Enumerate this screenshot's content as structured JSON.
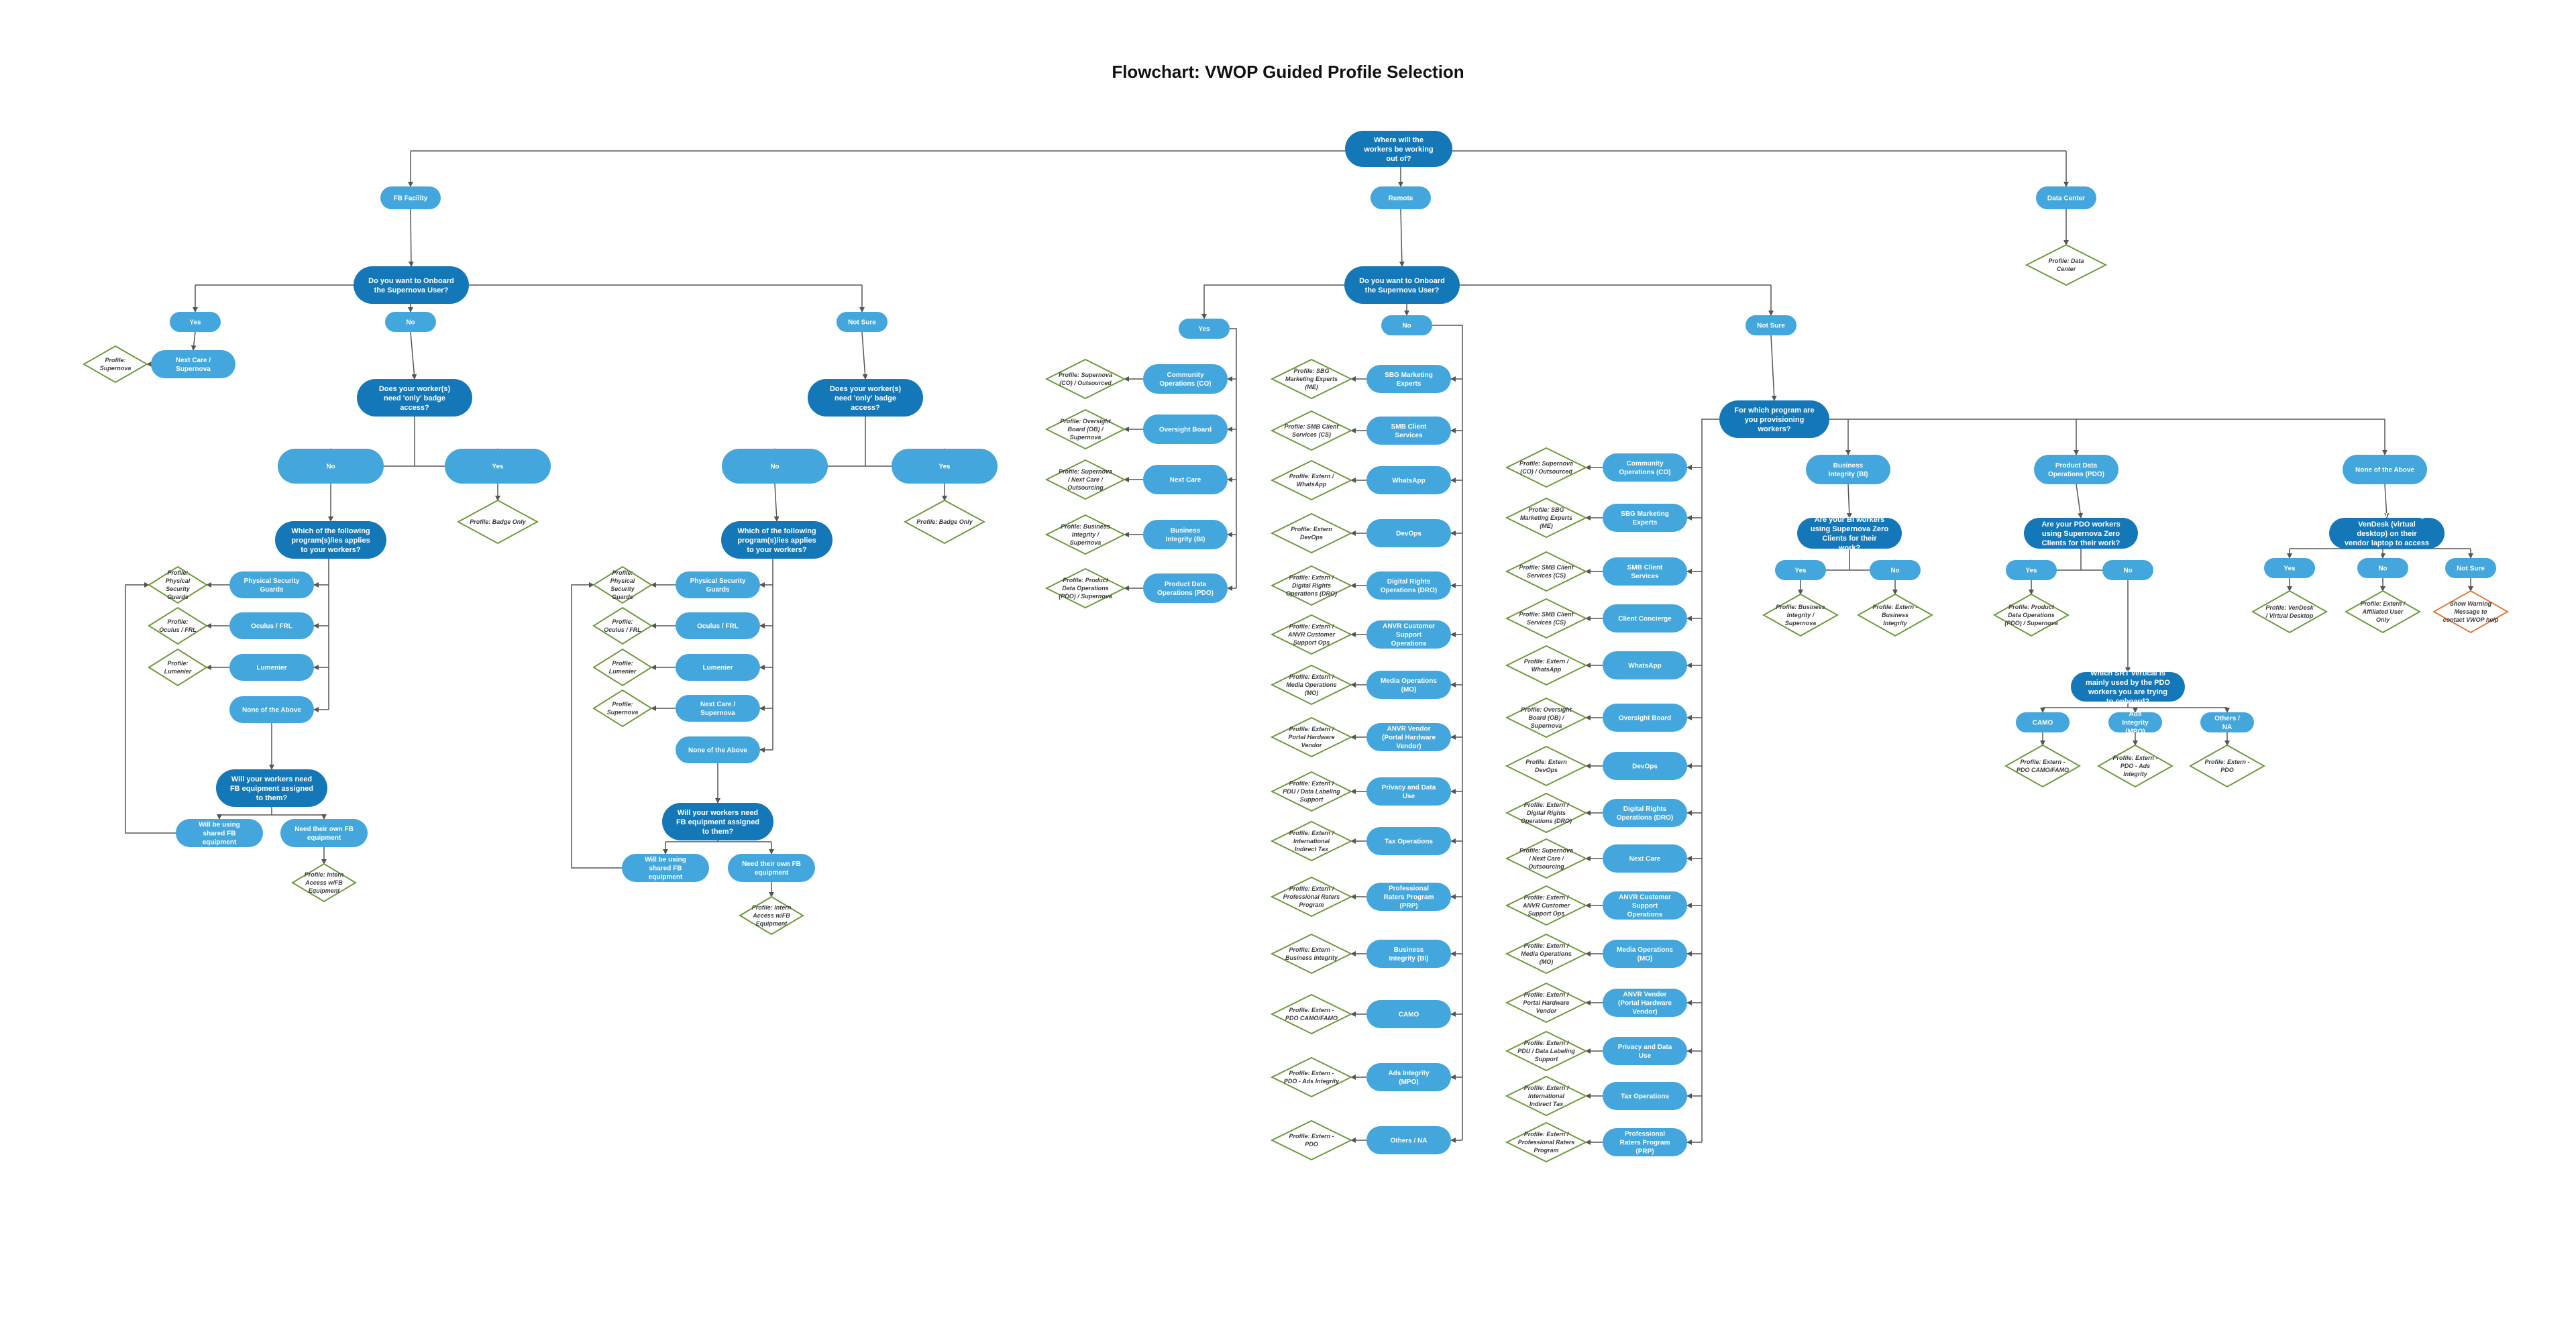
{
  "title": "Flowchart: VWOP Guided Profile Selection",
  "colors": {
    "question": "#1478b8",
    "answer": "#43a6dc",
    "profile_border": "#6e9a3c",
    "warning_border": "#e07b39",
    "edge": "#555555"
  },
  "labels": {
    "root": "Where will the workers be working out of?",
    "fb": "FB Facility",
    "remote": "Remote",
    "datacenter": "Data Center",
    "p_datacenter": "Profile: Data Center",
    "fb_q1": "Do you want to Onboard the Supernova User?",
    "fb_yes": "Yes",
    "fb_no": "No",
    "fb_ns": "Not Sure",
    "fb_p_super": "Profile: Supernova",
    "fb_nextcare": "Next Care / Supernova",
    "fbno_q2": "Does your worker(s) need 'only' badge access?",
    "fbno_no": "No",
    "fbno_yes": "Yes",
    "fbno_badge": "Profile: Badge Only",
    "fbno_q3": "Which of the following program(s)/ies applies to your workers?",
    "fbno_psg": "Physical Security Guards",
    "fbno_ocu": "Oculus / FRL",
    "fbno_lum": "Lumenier",
    "fbno_none": "None of the Above",
    "fbno_ppsg": "Profile: Physical Security Guards",
    "fbno_pocu": "Profile: Oculus / FRL",
    "fbno_plum": "Profile: Lumenier",
    "fbno_q4": "Will your workers need FB equipment assigned to them?",
    "fbno_shared": "Will be using shared FB equipment",
    "fbno_own": "Need their own FB equipment",
    "fbno_pint": "Profile: Intern Access w/FB Equipment",
    "fbns_q2": "Does your worker(s) need 'only' badge access?",
    "fbns_no": "No",
    "fbns_yes": "Yes",
    "fbns_badge": "Profile: Badge Only",
    "fbns_q3": "Which of the following program(s)/ies applies to your workers?",
    "fbns_psg": "Physical Security Guards",
    "fbns_ocu": "Oculus / FRL",
    "fbns_lum": "Lumenier",
    "fbns_nc": "Next Care / Supernova",
    "fbns_none": "None of the Above",
    "fbns_ppsg": "Profile: Physical Security Guards",
    "fbns_pocu": "Profile: Oculus / FRL",
    "fbns_plum": "Profile: Lumenier",
    "fbns_psup": "Profile: Supernova",
    "fbns_q4": "Will your workers need FB equipment assigned to them?",
    "fbns_shared": "Will be using shared FB equipment",
    "fbns_own": "Need their own FB equipment",
    "fbns_pint": "Profile: Intern Access w/FB Equipment",
    "rem_q1": "Do you want to Onboard the Supernova User?",
    "rem_yes": "Yes",
    "rem_no": "No",
    "rem_ns": "Not Sure",
    "ry_a1": "Community Operations (CO)",
    "ry_a2": "Oversight Board",
    "ry_a3": "Next Care",
    "ry_a4": "Business Integrity (BI)",
    "ry_a5": "Product Data Operations (PDO)",
    "ry_p1": "Profile: Supernova (CO) / Outsourced",
    "ry_p2": "Profile: Oversight Board (OB) / Supernova",
    "ry_p3": "Profile: Supernova / Next Care / Outsourcing",
    "ry_p4": "Profile: Business Integrity / Supernova",
    "ry_p5": "Profile: Product Data Operations (PDO) / Supernova",
    "rn_a1": "SBG Marketing Experts",
    "rn_a2": "SMB Client Services",
    "rn_a3": "WhatsApp",
    "rn_a4": "DevOps",
    "rn_a5": "Digital Rights Operations (DRO)",
    "rn_a6": "ANVR Customer Support Operations",
    "rn_a7": "Media Operations (MO)",
    "rn_a8": "ANVR Vendor (Portal Hardware Vendor)",
    "rn_a9": "Privacy and Data Use",
    "rn_a10": "Tax Operations",
    "rn_a11": "Professional Raters Program (PRP)",
    "rn_a12": "Business Integrity (BI)",
    "rn_a13": "CAMO",
    "rn_a14": "Ads Integrity (MPO)",
    "rn_a15": "Others / NA",
    "rn_p1": "Profile: SBG Marketing Experts (ME)",
    "rn_p2": "Profile: SMB Client Services (CS)",
    "rn_p3": "Profile: Extern / WhatsApp",
    "rn_p4": "Profile: Extern DevOps",
    "rn_p5": "Profile: Extern / Digital Rights Operations (DRO)",
    "rn_p6": "Profile: Extern / ANVR Customer Support Ops",
    "rn_p7": "Profile: Extern / Media Operations (MO)",
    "rn_p8": "Profile: Extern / Portal Hardware Vendor",
    "rn_p9": "Profile: Extern / PDU / Data Labeling Support",
    "rn_p10": "Profile: Extern / International Indirect Tax",
    "rn_p11": "Profile: Extern / Professional Raters Program",
    "rn_p12": "Profile: Extern - Business Integrity",
    "rn_p13": "Profile: Extern - PDO CAMO/FAMO",
    "rn_p14": "Profile: Extern - PDO - Ads Integrity",
    "rn_p15": "Profile: Extern - PDO",
    "rns_q2": "For which program are you provisioning workers?",
    "rns_a1": "Community Operations (CO)",
    "rns_a2": "SBG Marketing Experts",
    "rns_a3": "SMB Client Services",
    "rns_a4": "Client Concierge",
    "rns_a5": "WhatsApp",
    "rns_a6": "Oversight Board",
    "rns_a7": "DevOps",
    "rns_a8": "Digital Rights Operations (DRO)",
    "rns_a9": "Next Care",
    "rns_a10": "ANVR Customer Support Operations",
    "rns_a11": "Media Operations (MO)",
    "rns_a12": "ANVR Vendor (Portal Hardware Vendor)",
    "rns_a13": "Privacy and Data Use",
    "rns_a14": "Tax Operations",
    "rns_a15": "Professional Raters Program (PRP)",
    "rns_p1": "Profile: Supernova (CO) / Outsourced",
    "rns_p2": "Profile: SBG Marketing Experts (ME)",
    "rns_p3": "Profile: SMB Client Services (CS)",
    "rns_p4": "Profile: SMB Client Services (CS)",
    "rns_p5": "Profile: Extern / WhatsApp",
    "rns_p6": "Profile: Oversight Board (OB) / Supernova",
    "rns_p7": "Profile: Extern DevOps",
    "rns_p8": "Profile: Extern / Digital Rights Operations (DRO)",
    "rns_p9": "Profile: Supernova / Next Care / Outsourcing",
    "rns_p10": "Profile: Extern / ANVR Customer Support Ops",
    "rns_p11": "Profile: Extern / Media Operations (MO)",
    "rns_p12": "Profile: Extern / Portal Hardware Vendor",
    "rns_p13": "Profile: Extern / PDU / Data Labeling Support",
    "rns_p14": "Profile: Extern / International Indirect Tax",
    "rns_p15": "Profile: Extern / Professional Raters Program",
    "bi": "Business Integrity (BI)",
    "bi_q": "Are your BI workers using Supernova Zero Clients for their work?",
    "bi_yes": "Yes",
    "bi_no": "No",
    "bi_pyes": "Profile: Business Integrity / Supernova",
    "bi_pno": "Profile: Extern - Business Integrity",
    "pdo": "Product Data Operations (PDO)",
    "pdo_q": "Are your PDO workers using Supernova Zero Clients for their work?",
    "pdo_yes": "Yes",
    "pdo_no": "No",
    "pdo_pyes": "Profile: Product Data Operations (PDO) / Supernova",
    "pdo_q2": "Which SRT vertical is mainly used by the PDO workers you are trying to onboard?",
    "pdo_camo": "CAMO",
    "pdo_ads": "Ads Integrity (MPO)",
    "pdo_oth": "Others / NA",
    "pdo_pcamo": "Profile: Extern - PDO CAMO/FAMO",
    "pdo_pads": "Profile: Extern - PDO - Ads Integrity",
    "pdo_poth": "Profile: Extern - PDO",
    "none": "None of the Above",
    "none_q": "Will workers be using VenDesk (virtual desktop) on their vendor laptop to access their tools?",
    "none_yes": "Yes",
    "none_no": "No",
    "none_ns": "Not Sure",
    "none_pyes": "Profile: VenDesk / Virtual Desktop",
    "none_pno": "Profile: Extern / Affiliated User Only",
    "none_pns": "Show Warning Message to contact VWOP help"
  }
}
